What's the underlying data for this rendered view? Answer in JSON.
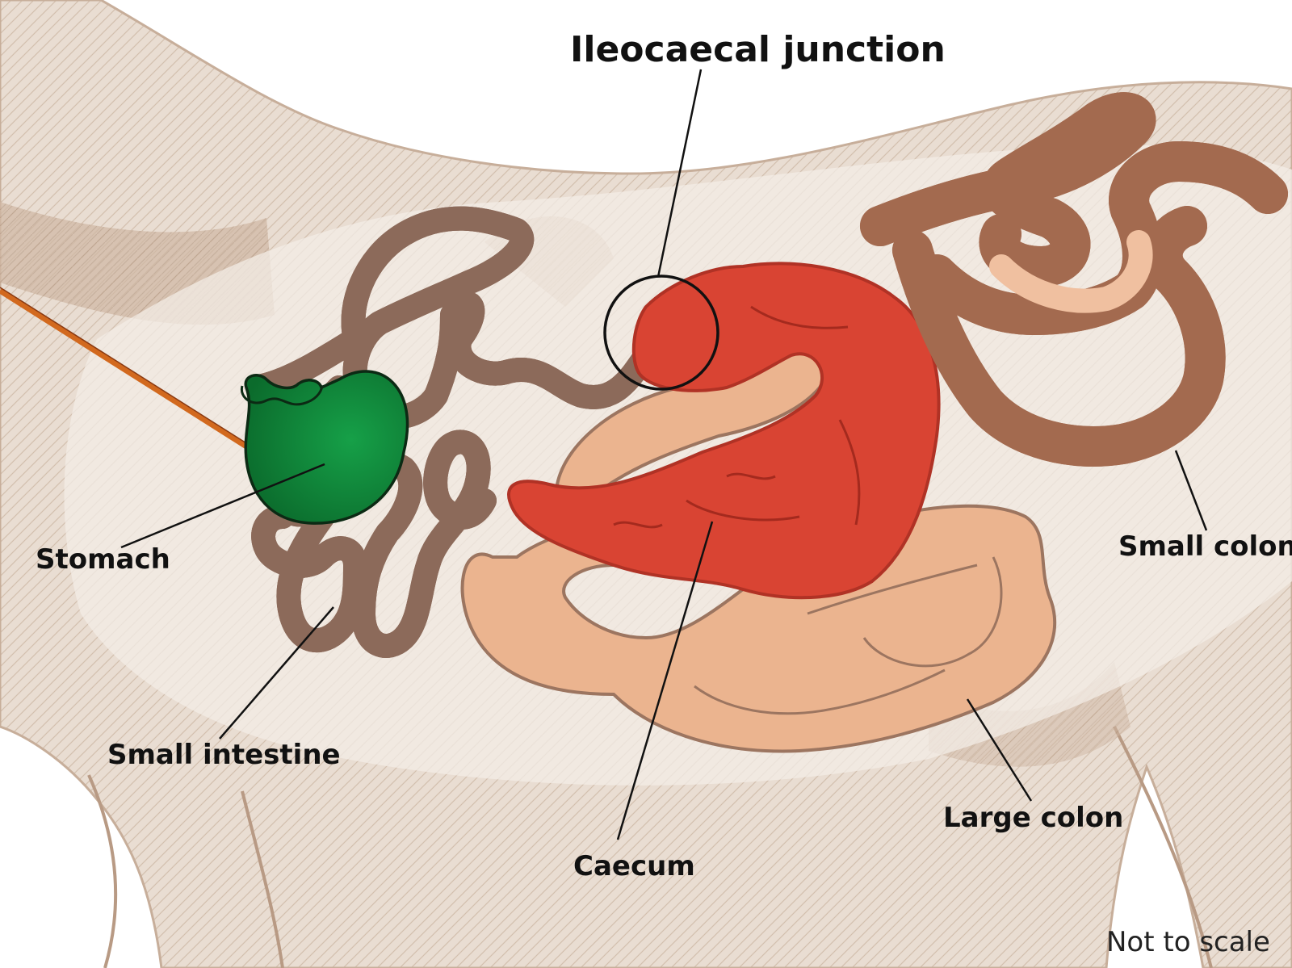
{
  "labels": {
    "title": "Ileocaecal junction",
    "stomach": "Stomach",
    "small_intestine": "Small intestine",
    "caecum": "Caecum",
    "large_colon": "Large colon",
    "small_colon": "Small colon"
  },
  "note": "Not to scale",
  "colors": {
    "body_fur": "#d8c3b3",
    "stomach": "#13913e",
    "small_intestine": "#b5386e",
    "caecum": "#d94433",
    "large_colon": "#ebb48f",
    "small_colon": "#ec8b66",
    "esophagus": "#d2691e"
  }
}
